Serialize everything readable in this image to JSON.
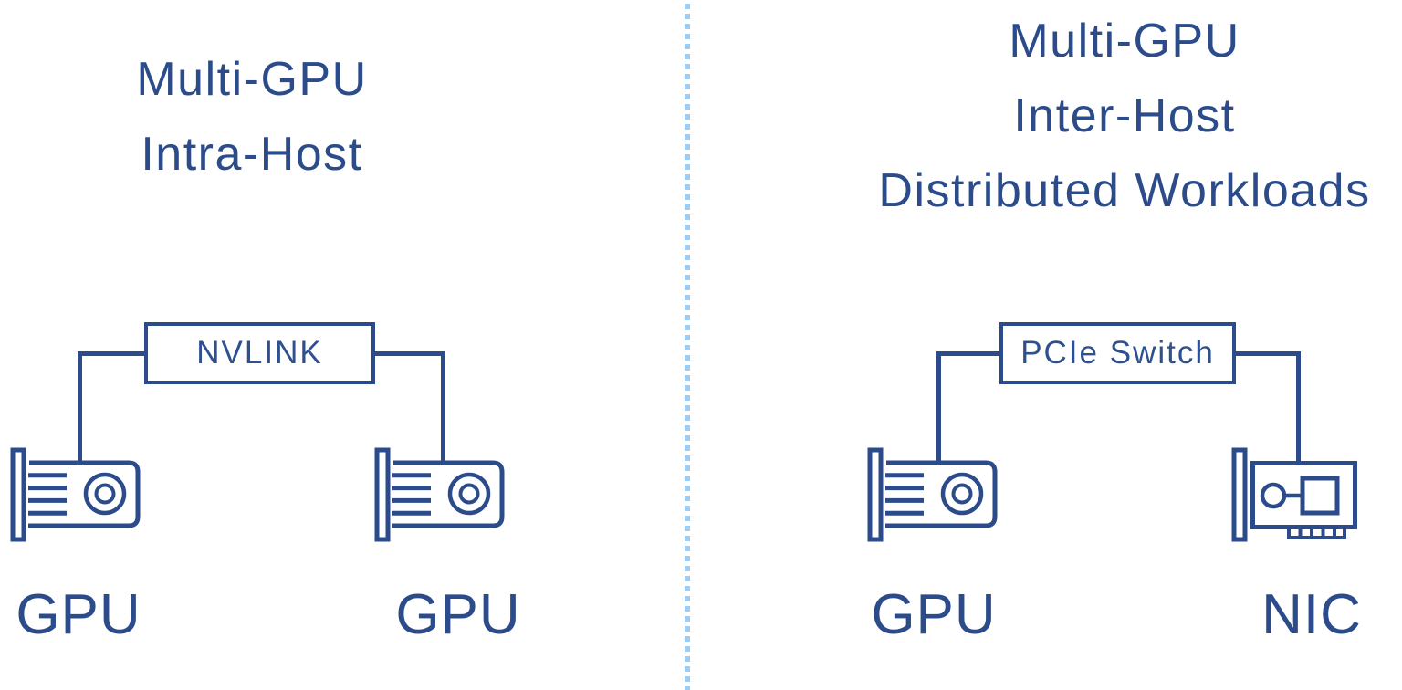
{
  "colors": {
    "ink_navy": "#2b4b8a",
    "divider_light_blue": "#9dcdf4",
    "background": "#ffffff"
  },
  "left": {
    "titles": [
      "Multi-GPU",
      "Intra-Host"
    ],
    "switch_label": "NVLINK",
    "node_labels": [
      "GPU",
      "GPU"
    ]
  },
  "right": {
    "titles": [
      "Multi-GPU",
      "Inter-Host",
      "Distributed Workloads"
    ],
    "switch_label": "PCIe Switch",
    "node_labels": [
      "GPU",
      "NIC"
    ]
  },
  "icons": {
    "gpu": "gpu-card-icon",
    "nic": "nic-card-icon"
  }
}
